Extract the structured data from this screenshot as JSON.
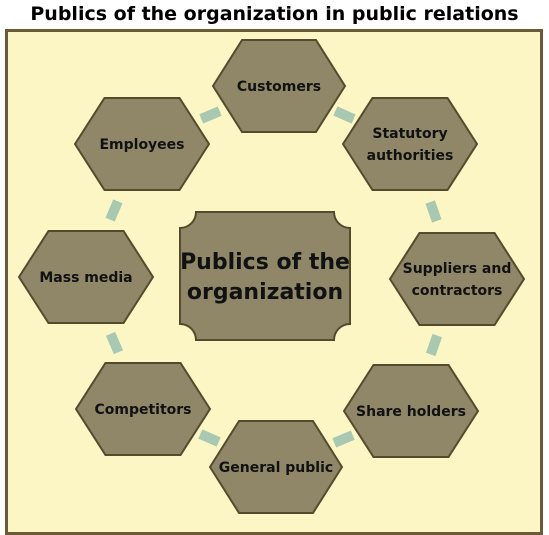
{
  "title": "Publics of the organization in public relations",
  "center": {
    "lines": [
      "Publics of the",
      "organization"
    ]
  },
  "nodes": [
    {
      "id": "customers",
      "lines": [
        "Customers"
      ]
    },
    {
      "id": "statutory-authorities",
      "lines": [
        "Statutory",
        "authorities"
      ]
    },
    {
      "id": "suppliers-and-contractors",
      "lines": [
        "Suppliers and",
        "contractors"
      ]
    },
    {
      "id": "share-holders",
      "lines": [
        "Share holders"
      ]
    },
    {
      "id": "general-public",
      "lines": [
        "General public"
      ]
    },
    {
      "id": "competitors",
      "lines": [
        "Competitors"
      ]
    },
    {
      "id": "mass-media",
      "lines": [
        "Mass media"
      ]
    },
    {
      "id": "employees",
      "lines": [
        "Employees"
      ]
    }
  ],
  "colors": {
    "hexagon_fill": "#8f8767",
    "hexagon_stroke": "#544a2c",
    "connector": "#a8c8b2",
    "background": "#fbf6c4",
    "border": "#6b5a35"
  }
}
